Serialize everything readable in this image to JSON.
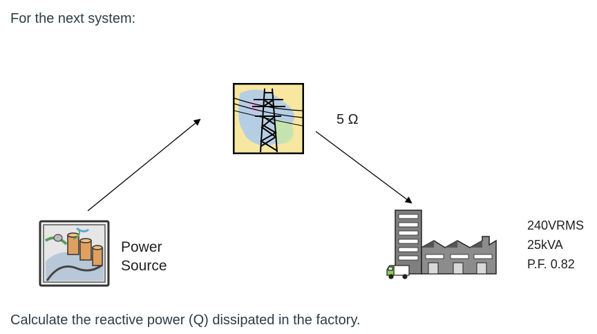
{
  "intro": "For the next system:",
  "question": "Calculate the reactive power (Q) dissipated in the factory.",
  "line_resistance": "5 Ω",
  "source": {
    "label_line1": "Power",
    "label_line2": "Source"
  },
  "factory": {
    "voltage": "240VRMS",
    "apparent_power": "25kVA",
    "power_factor": "P.F. 0.82"
  },
  "icons": {
    "source": "power-plant-icon",
    "transmission": "transmission-tower-icon",
    "factory": "factory-icon"
  }
}
